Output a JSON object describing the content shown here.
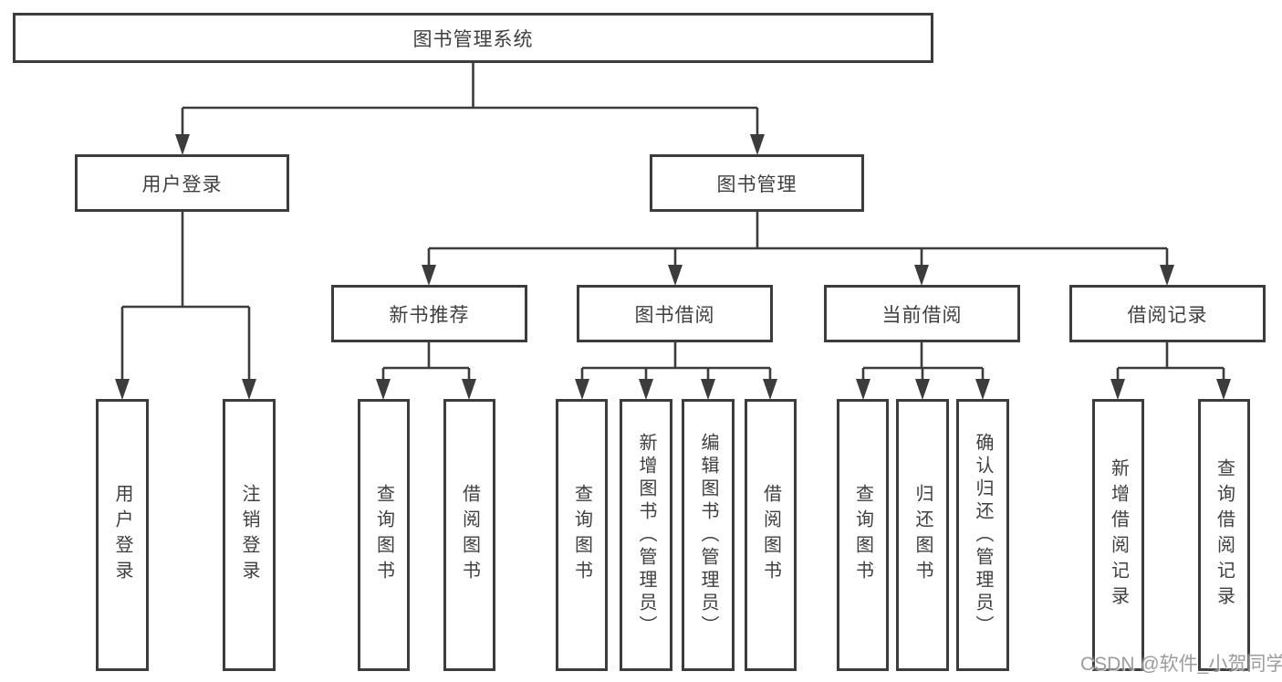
{
  "diagram": {
    "root_label": "图书管理系统",
    "user_login": {
      "label": "用户登录",
      "children": [
        "用户登录",
        "注销登录"
      ]
    },
    "book_mgmt": {
      "label": "图书管理",
      "groups": [
        {
          "label": "新书推荐",
          "children": [
            "查询图书",
            "借阅图书"
          ]
        },
        {
          "label": "图书借阅",
          "children": [
            "查询图书",
            "新增图书（管理员）",
            "编辑图书（管理员）",
            "借阅图书"
          ]
        },
        {
          "label": "当前借阅",
          "children": [
            "查询图书",
            "归还图书",
            "确认归还（管理员）"
          ]
        },
        {
          "label": "借阅记录",
          "children": [
            "新增借阅记录",
            "查询借阅记录"
          ]
        }
      ]
    }
  },
  "watermark": "CSDN @软件_小贺同学",
  "colors": {
    "line": "#3c3c3c",
    "text": "#3f3f3f",
    "watermark": "#8f8f8f"
  }
}
